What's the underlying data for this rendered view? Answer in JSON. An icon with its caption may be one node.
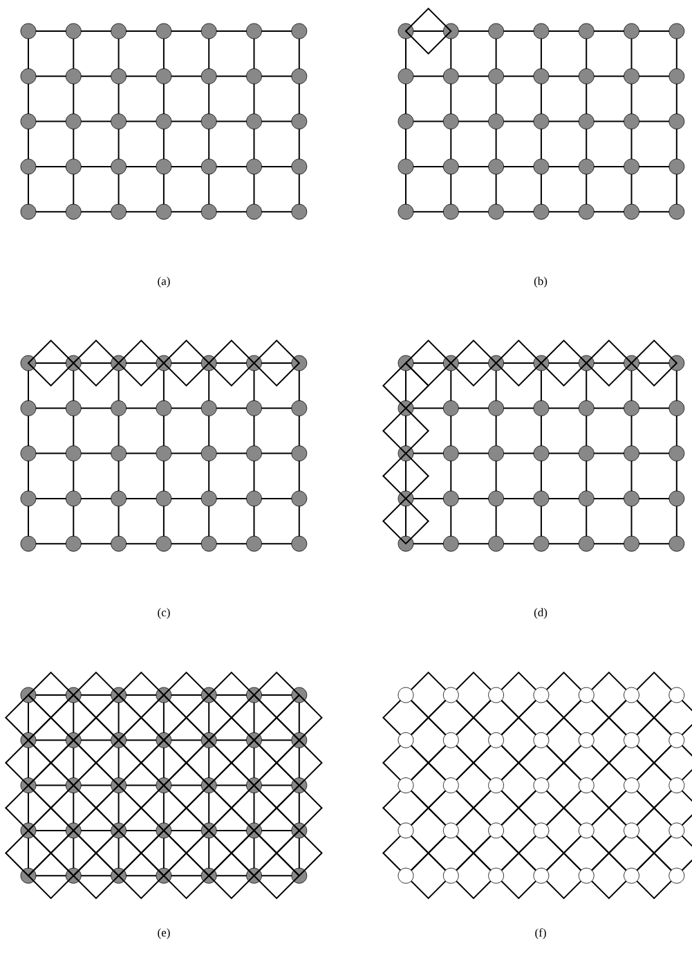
{
  "diagram": {
    "labels": [
      "(a)",
      "(b)",
      "(c)",
      "(d)",
      "(e)",
      "(f)"
    ]
  }
}
